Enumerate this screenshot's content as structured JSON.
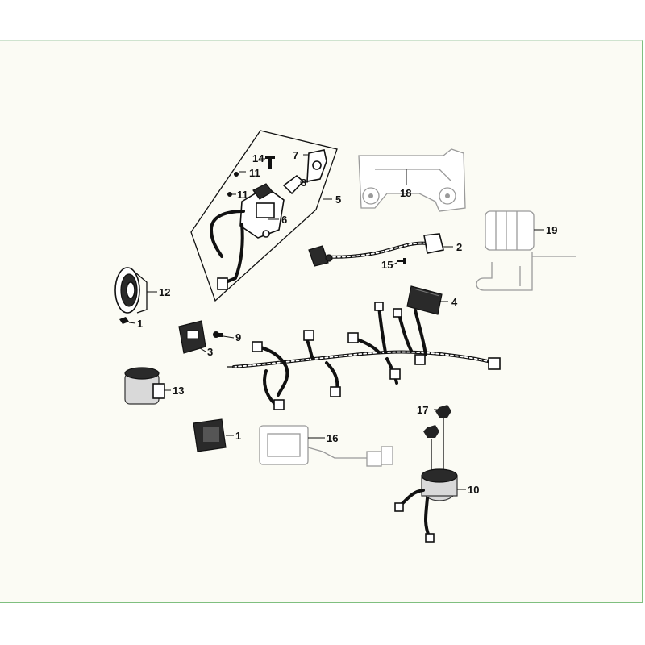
{
  "labels": {
    "l1a": "1",
    "l1b": "1",
    "l2": "2",
    "l3": "3",
    "l4": "4",
    "l5": "5",
    "l6": "6",
    "l7": "7",
    "l8": "8",
    "l9": "9",
    "l10": "10",
    "l11a": "11",
    "l11b": "11",
    "l12": "12",
    "l13": "13",
    "l14": "14",
    "l15": "15",
    "l16": "16",
    "l17": "17",
    "l18": "18",
    "l19": "19"
  },
  "colors": {
    "panel_bg": "#fbfbf4",
    "panel_border": "#7fbf7f",
    "ink": "#111111",
    "ghost": "#9a9a9a"
  }
}
